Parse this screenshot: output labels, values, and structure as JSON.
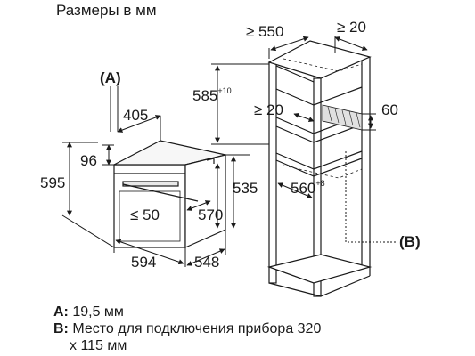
{
  "header": {
    "title": "Размеры в мм"
  },
  "oven": {
    "label_a": "(A)",
    "dim_405": "405",
    "dim_96": "96",
    "dim_595": "595",
    "dim_594": "594",
    "dim_548": "548",
    "dim_570": "570",
    "dim_50": "≤ 50",
    "dim_535": "535"
  },
  "cabinet": {
    "dim_550": "≥ 550",
    "dim_20_top": "≥ 20",
    "dim_585": "585",
    "dim_585_tol": "+10",
    "dim_20_mid": "≥ 20",
    "dim_60": "60",
    "dim_560": "560",
    "dim_560_tol": "+8",
    "label_b": "(B)"
  },
  "legend": {
    "a_key": "A:",
    "a_text": "19,5 мм",
    "b_key": "B:",
    "b_text": "Место для подключения прибора 320",
    "b_text2": "x 115 мм"
  }
}
